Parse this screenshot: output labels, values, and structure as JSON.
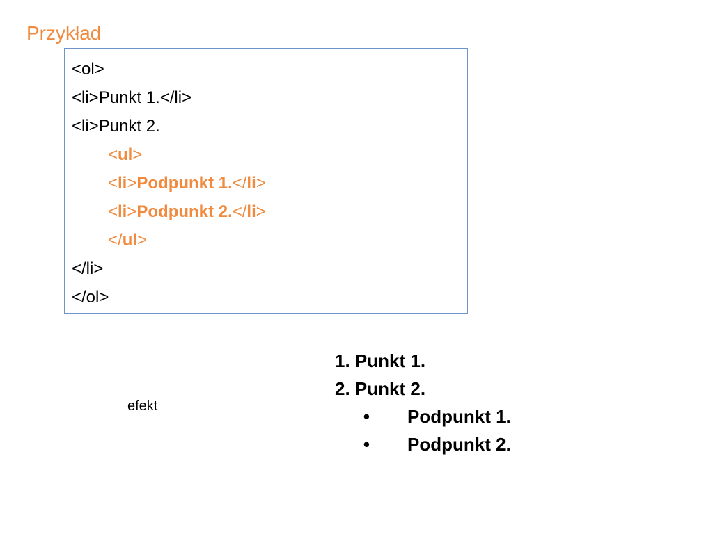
{
  "title": "Przykład",
  "code_lines": [
    {
      "text": "<ol>"
    },
    {
      "text": "<li>Punkt 1.</li>"
    },
    {
      "text": "<li>Punkt 2."
    },
    {
      "open": "<",
      "tag": "ul",
      "close": ">"
    },
    {
      "open": "<",
      "tag": "li",
      "mid": ">",
      "body": "Podpunkt 1.",
      "end_open": "</",
      "end_tag": "li",
      "close": ">"
    },
    {
      "open": "<",
      "tag": "li",
      "mid": ">",
      "body": "Podpunkt 2.",
      "end_open": "</",
      "end_tag": "li",
      "close": ">"
    },
    {
      "open": "</",
      "tag": "ul",
      "close": ">"
    },
    {
      "text": "</li>"
    },
    {
      "text": "</ol>"
    }
  ],
  "effect_label": "efekt",
  "result": {
    "ordered_items": [
      "1. Punkt 1.",
      "2. Punkt 2."
    ],
    "bullet_symbol": "•",
    "sub_items": [
      "Podpunkt 1.",
      "Podpunkt 2."
    ]
  },
  "colors": {
    "accent": "#f08a3e",
    "box_border": "#6e93c8",
    "text": "#000000"
  }
}
